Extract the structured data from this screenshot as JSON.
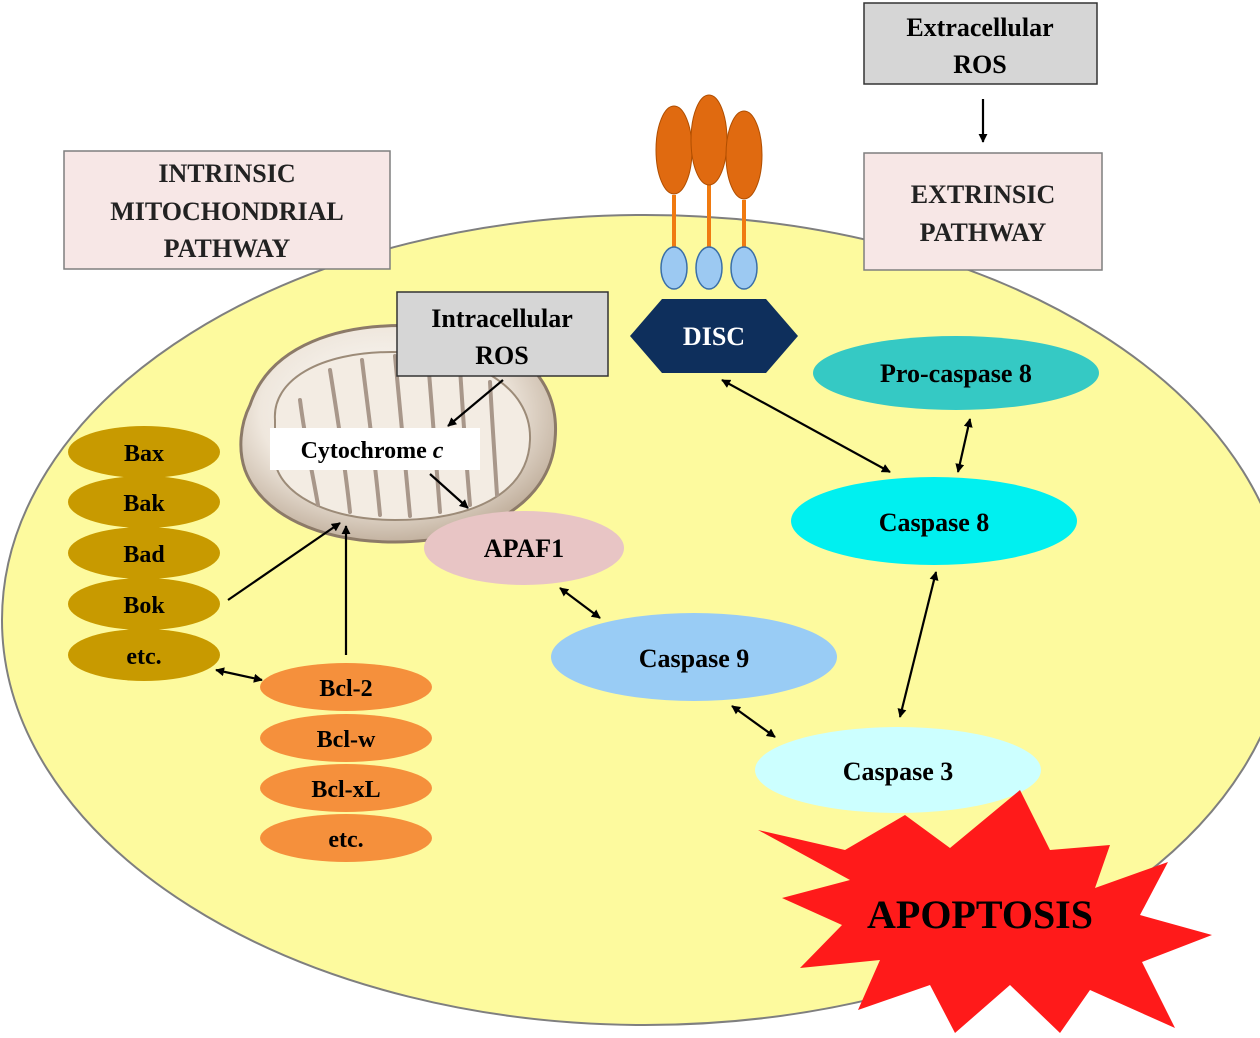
{
  "colors": {
    "cell": "#FDFA9E",
    "pro_apoptotic": "#C89A00",
    "anti_apoptotic": "#F5903C",
    "receptor": "#E06A10",
    "receptor_domain": "#9CC9F2",
    "disc": "#0E2F5C",
    "pro_caspase_8": "#35C9C4",
    "caspase_8": "#00F0F0",
    "caspase_9": "#99CCF5",
    "caspase_3": "#CCFFFF",
    "apaf1": "#E8C5C5",
    "pathway_box": "#F7E7E6",
    "ros_box": "#D6D6D6",
    "apoptosis": "#FF1A1A"
  },
  "labels": {
    "intrinsic": [
      "INTRINSIC",
      "MITOCHONDRIAL",
      "PATHWAY"
    ],
    "extracellular_ros": [
      "Extracellular",
      "ROS"
    ],
    "extrinsic": [
      "EXTRINSIC",
      "PATHWAY"
    ],
    "intracellular_ros": [
      "Intracellular",
      "ROS"
    ],
    "disc": "DISC",
    "pro_caspase_8": "Pro-caspase 8",
    "caspase_8": "Caspase 8",
    "cytochrome": "Cytochrome ",
    "cytochrome_italic": "c",
    "apaf1": "APAF1",
    "caspase_9": "Caspase 9",
    "caspase_3": "Caspase 3",
    "apoptosis": "APOPTOSIS"
  },
  "pro_apoptotic": [
    "Bax",
    "Bak",
    "Bad",
    "Bok",
    "etc."
  ],
  "anti_apoptotic": [
    "Bcl-2",
    "Bcl-w",
    "Bcl-xL",
    "etc."
  ]
}
